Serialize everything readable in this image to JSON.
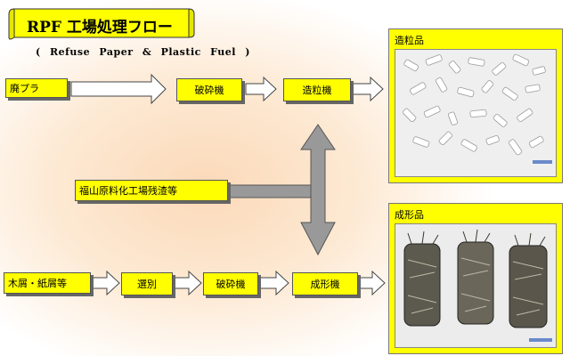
{
  "title": "RPF 工場処理フロー",
  "subtitle": "( Refuse Paper & Plastic Fuel )",
  "row1": {
    "input": "廃プラ",
    "step1": "破砕機",
    "step2": "造粒機"
  },
  "middle": {
    "input": "福山原料化工場残渣等"
  },
  "row2": {
    "input": "木屑・紙屑等",
    "step1": "選別",
    "step2": "破砕機",
    "step3": "成形機"
  },
  "panels": {
    "top_label": "造粒品",
    "bottom_label": "成形品"
  },
  "colors": {
    "box": "#ffff00",
    "arrow_fill": "#ffffff",
    "arrow_stroke": "#444444",
    "double_arrow": "#999999"
  }
}
